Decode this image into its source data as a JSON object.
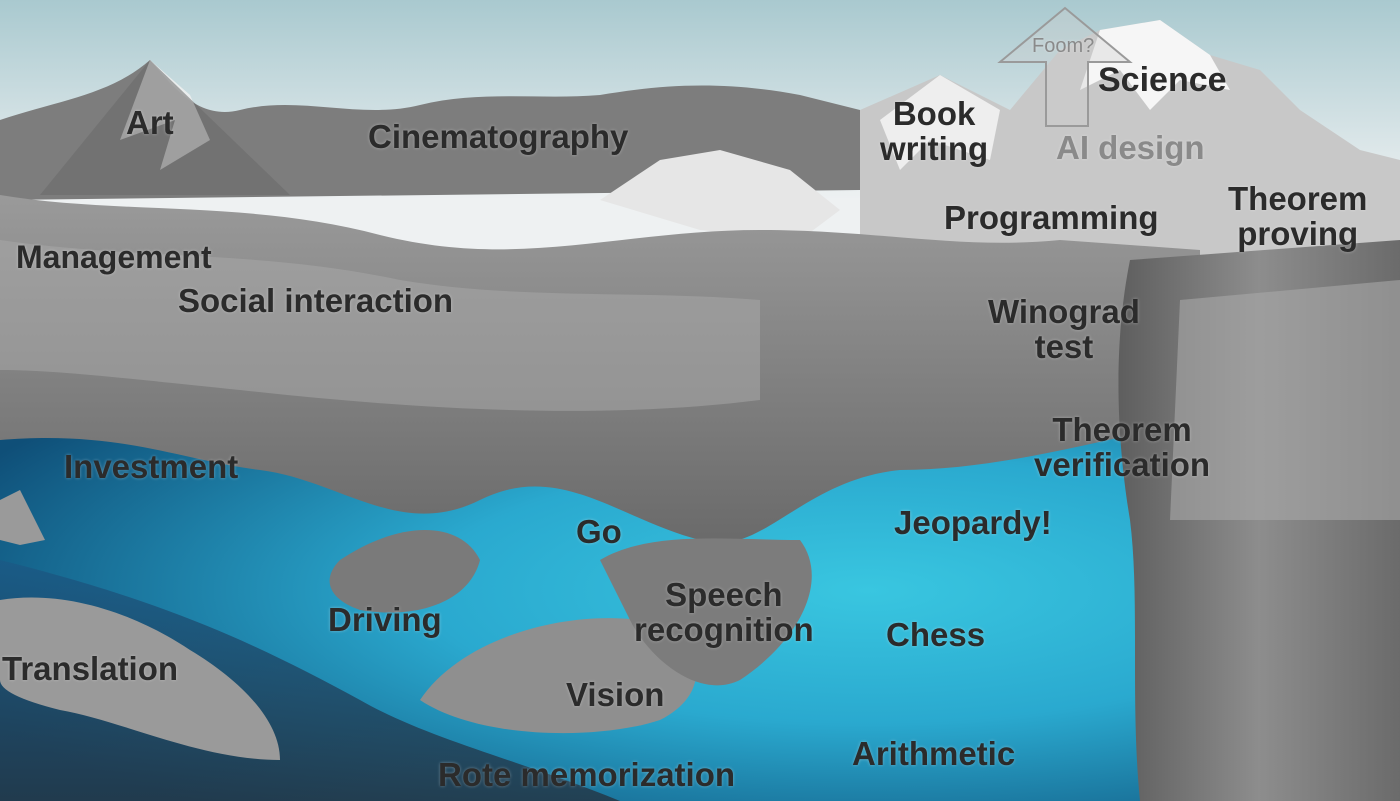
{
  "colors": {
    "sky_top": "#a9c9cf",
    "sky_bottom": "#eef1f2",
    "water_light": "#35c0dc",
    "water_dark": "#0f5f8c",
    "deep_water": "#1d3d57",
    "rock_dark": "#5b5b5b",
    "rock_mid": "#8a8a8a",
    "rock_light": "#bdbdbd",
    "snow": "#f2f2f2",
    "label_text": "#2b2b2b",
    "faded_label_text": "#8a8a8a"
  },
  "labels": {
    "art": "Art",
    "cinematography": "Cinematography",
    "book_writing": [
      "Book",
      "writing"
    ],
    "foom": "Foom?",
    "science": "Science",
    "ai_design": "AI design",
    "management": "Management",
    "programming": "Programming",
    "theorem_proving": [
      "Theorem",
      "proving"
    ],
    "social_interaction": "Social interaction",
    "winograd_test": [
      "Winograd",
      "test"
    ],
    "theorem_verification": [
      "Theorem",
      "verification"
    ],
    "investment": "Investment",
    "jeopardy": "Jeopardy!",
    "go": "Go",
    "speech_recognition": [
      "Speech",
      "recognition"
    ],
    "driving": "Driving",
    "chess": "Chess",
    "translation": "Translation",
    "vision": "Vision",
    "arithmetic": "Arithmetic",
    "rote_memorization": "Rote memorization"
  }
}
